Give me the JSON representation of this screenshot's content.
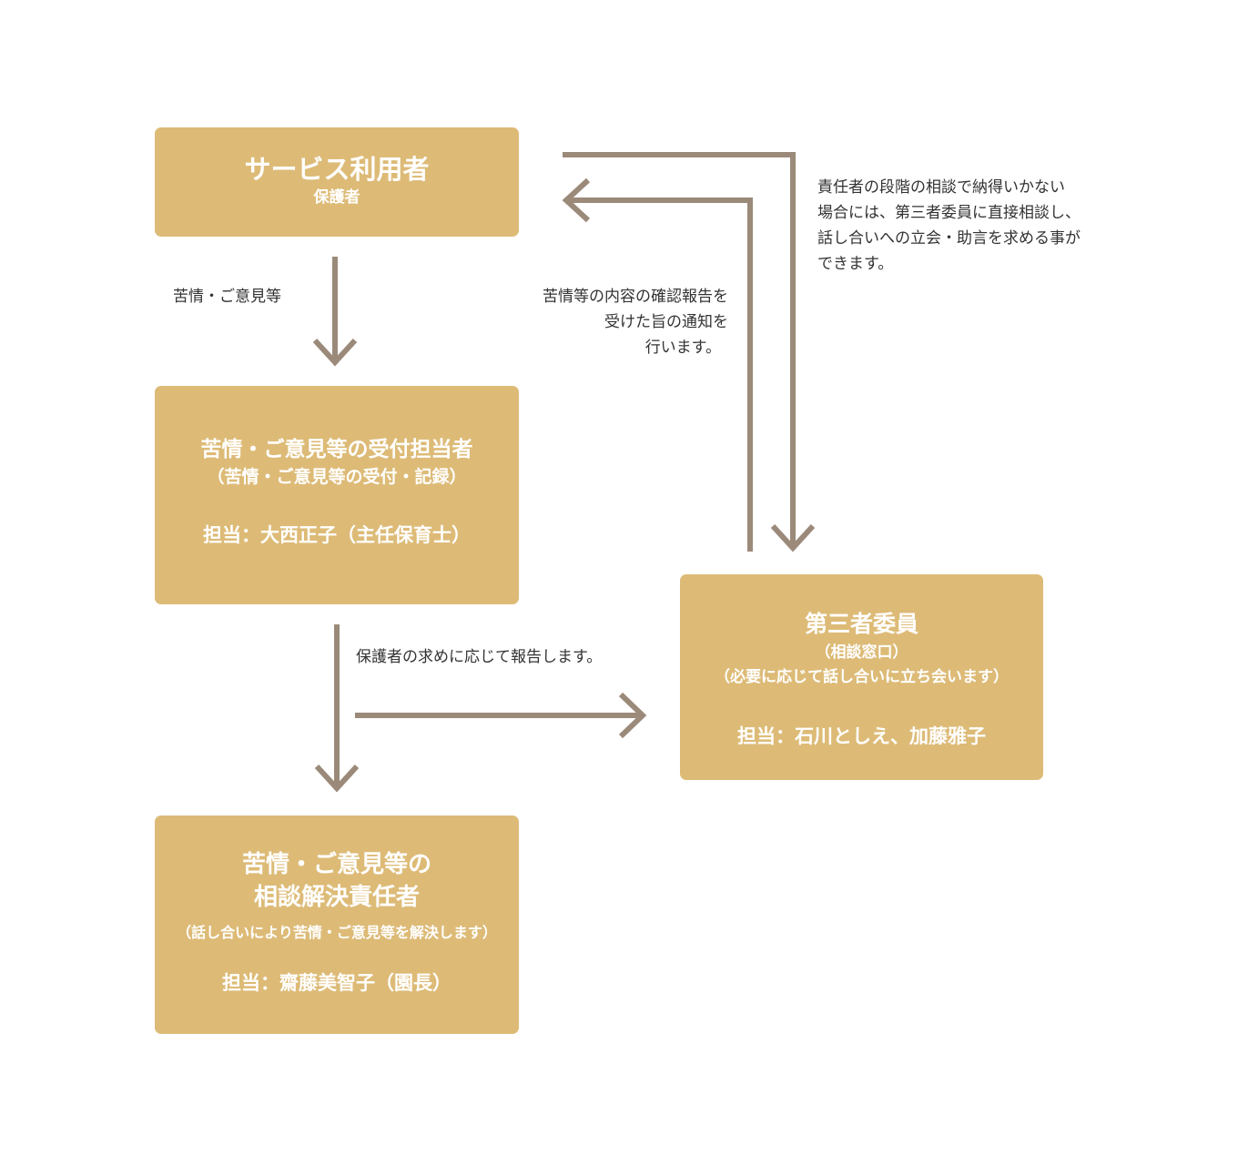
{
  "colors": {
    "box_fill": "#ddbb77",
    "arrow": "#9b8a7a",
    "box_text": "#ffffff",
    "label_text": "#333333"
  },
  "boxes": {
    "user": {
      "title": "サービス利用者",
      "sub": "保護者"
    },
    "reception": {
      "title": "苦情・ご意見等の受付担当者",
      "sub": "（苦情・ご意見等の受付・記録）",
      "person": "担当：大西正子（主任保育士）"
    },
    "resolver": {
      "title_line1": "苦情・ご意見等の",
      "title_line2": "相談解決責任者",
      "sub": "（話し合いにより苦情・ご意見等を解決します）",
      "person": "担当：齋藤美智子（園長）"
    },
    "third_party": {
      "title": "第三者委員",
      "sub1": "（相談窓口）",
      "sub2": "（必要に応じて話し合いに立ち会います）",
      "person": "担当：石川としえ、加藤雅子"
    }
  },
  "labels": {
    "complaint": "苦情・ご意見等",
    "notify": [
      "苦情等の内容の確認報告を",
      "受けた旨の通知を",
      "行います。"
    ],
    "direct": [
      "責任者の段階の相談で納得いかない",
      "場合には、第三者委員に直接相談し、",
      "話し合いへの立会・助言を求める事が",
      "できます。"
    ],
    "report": "保護者の求めに応じて報告します。"
  }
}
